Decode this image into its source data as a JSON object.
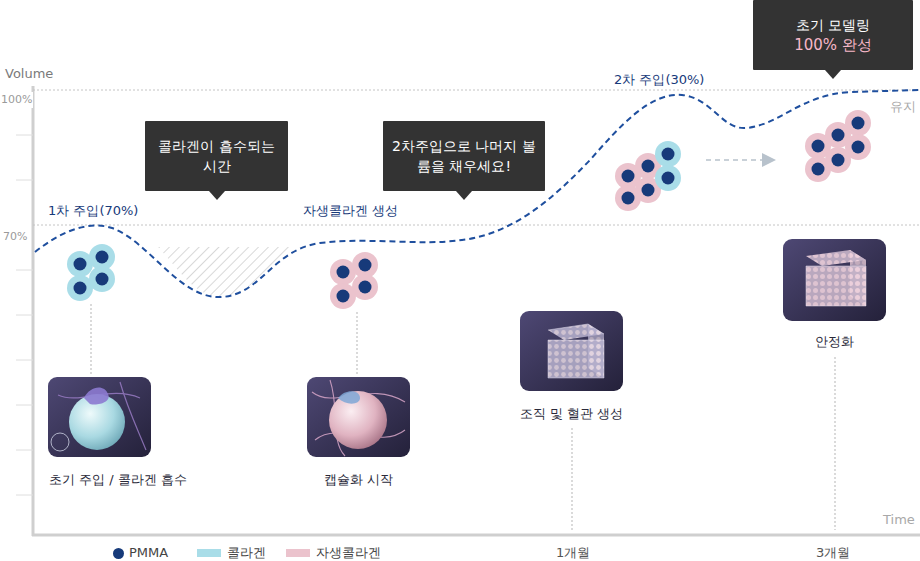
{
  "diagram": {
    "nodes": [
      {
        "text": [
          "초기 모델링",
          "100% 완성"
        ]
      },
      {
        "text": [
          "콜라겐이 흡수되는시간"
        ]
      },
      {
        "text": [
          "2차주입으로 나머지 볼륨을 채우세요!"
        ]
      },
      {
        "text": [
          "초기 주입 / 콜라겐 흡수"
        ]
      },
      {
        "text": [
          "캡슐화 시작"
        ]
      },
      {
        "text": [
          "조직 및 혈관 생성"
        ]
      },
      {
        "text": [
          "안정화"
        ]
      }
    ],
    "labels": [
      "Volume",
      "100%",
      "70%",
      "유지",
      "1차 주입(70%)",
      "자생콜라겐 생성",
      "2차 주입(30%)",
      "Time",
      "1개월",
      "3개월"
    ],
    "legend": [
      {
        "text": "PMMA",
        "color": "#173a7a"
      },
      {
        "text": "콜라겐",
        "color": "#a9dde8"
      },
      {
        "text": "자생콜라겐",
        "color": "#ebc3cd"
      }
    ]
  }
}
